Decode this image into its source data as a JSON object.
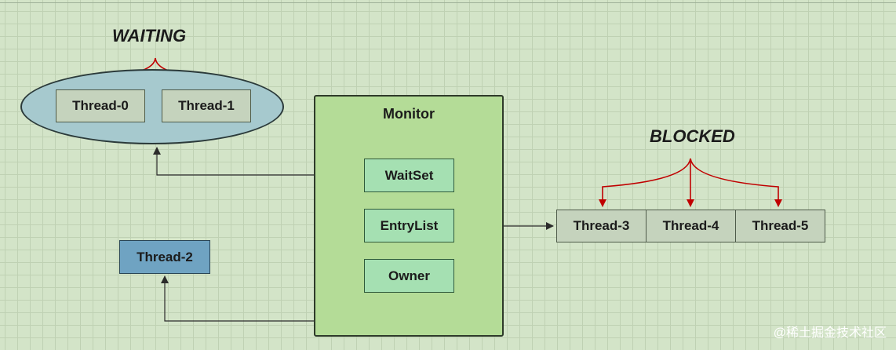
{
  "states": {
    "waiting": "WAITING",
    "blocked": "BLOCKED"
  },
  "monitor": {
    "title": "Monitor",
    "wait_set": "WaitSet",
    "entry_list": "EntryList",
    "owner": "Owner"
  },
  "threads": {
    "t0": "Thread-0",
    "t1": "Thread-1",
    "t2": "Thread-2",
    "t3": "Thread-3",
    "t4": "Thread-4",
    "t5": "Thread-5"
  },
  "watermark": "@稀土掘金技术社区",
  "colors": {
    "background": "#d3e4c8",
    "monitor_fill": "#b4dc97",
    "monitor_item_fill": "#a5e0b2",
    "waiting_ellipse_fill": "#a6c9ce",
    "owner_thread_fill": "#6fa3c2",
    "thread_box_fill": "#c5d3bd",
    "red_arrow": "#c00000"
  }
}
